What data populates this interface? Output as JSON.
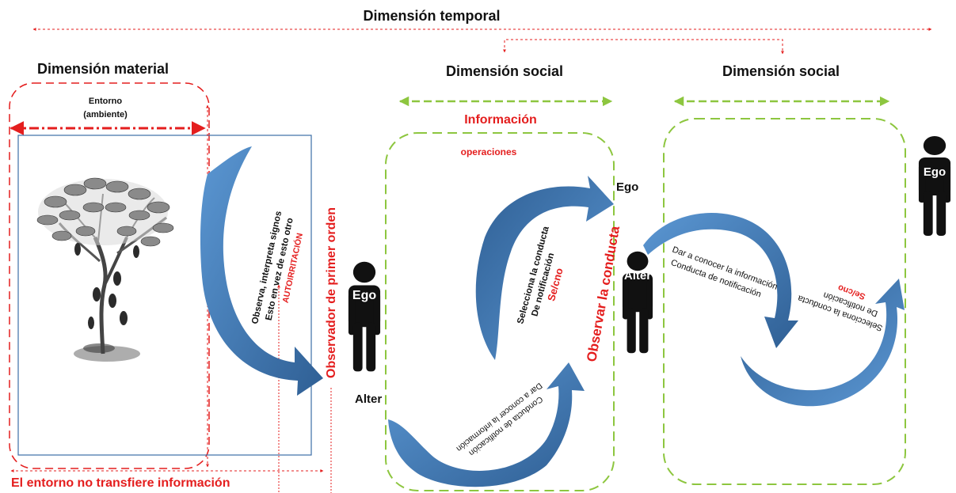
{
  "colors": {
    "red": "#e41e1e",
    "green": "#8dc63f",
    "blue_arrow": "#4a86c5",
    "blue_arrow_dark": "#2e5f93",
    "black": "#111111",
    "frame": "#3d6fa6"
  },
  "headings": {
    "temporal": "Dimensión temporal",
    "material": "Dimensión material",
    "social_1": "Dimensión social",
    "social_2": "Dimensión social"
  },
  "entorno": {
    "line1": "Entorno",
    "line2": "(ambiente)"
  },
  "observa": {
    "line1": "Observa, interpreta signos",
    "line2": "Esto en vez de  esto otro",
    "line3": "AUTOIRRITACIÓN"
  },
  "observador": "Observador de primer orden",
  "bottom_note": "El entorno no transfiere información",
  "middle": {
    "informacion": "Información",
    "operaciones": "operaciones",
    "ego": "Ego",
    "alter": "Alter",
    "select_line1": "Selecciona la conducta",
    "select_line2": "De notificación",
    "select_line3": "Se/cno",
    "observar": "Observar la conducta",
    "dar_line1": "Dar a conocer la información",
    "dar_line2": "Conducta de notificación"
  },
  "right": {
    "alter": "Alter",
    "ego": "Ego",
    "dar_line1": "Dar a conocer la información",
    "dar_line2": "Conducta de notificación",
    "select_line1": "Selecciona la conducta",
    "select_line2": "De notificación",
    "select_line3": "Se/cno"
  },
  "figures": {
    "ego_left": "Ego"
  },
  "icons": {
    "tree": "tree-illustration",
    "person": "person-icon"
  }
}
